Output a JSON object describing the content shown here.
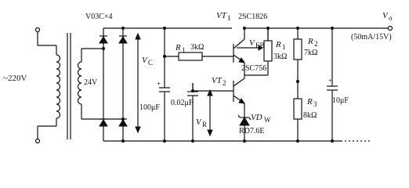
{
  "labels": {
    "ac_input": "~220V",
    "secondary": "24V",
    "bridge": "V03C×4",
    "vc": "V",
    "vc_sub": "C",
    "c1": "100μF",
    "r1": "R",
    "r1_sub": "1",
    "r1_val": "3kΩ",
    "c2": "0.02μF",
    "vr": "V",
    "vr_sub": "R",
    "vt1": "VT",
    "vt1_sub": "1",
    "vt1_part": "2SC1826",
    "vebl": "V",
    "vebl_sub": "EBl",
    "vt2": "VT",
    "vt2_sub": "2",
    "vt2_part": "2SC756",
    "vdw": "VD",
    "vdw_sub": "W",
    "vdw_part": "RD7.6E",
    "r_mid": "R",
    "r_mid_sub": "1",
    "r_mid_val": "3kΩ",
    "r2": "R",
    "r2_sub": "2",
    "r2_val": "7kΩ",
    "r3": "R",
    "r3_sub": "3",
    "r3_val": "8kΩ",
    "vo": "V",
    "vo_sub": "o",
    "output_spec": "(50mA/15V)",
    "c3": "10μF"
  }
}
